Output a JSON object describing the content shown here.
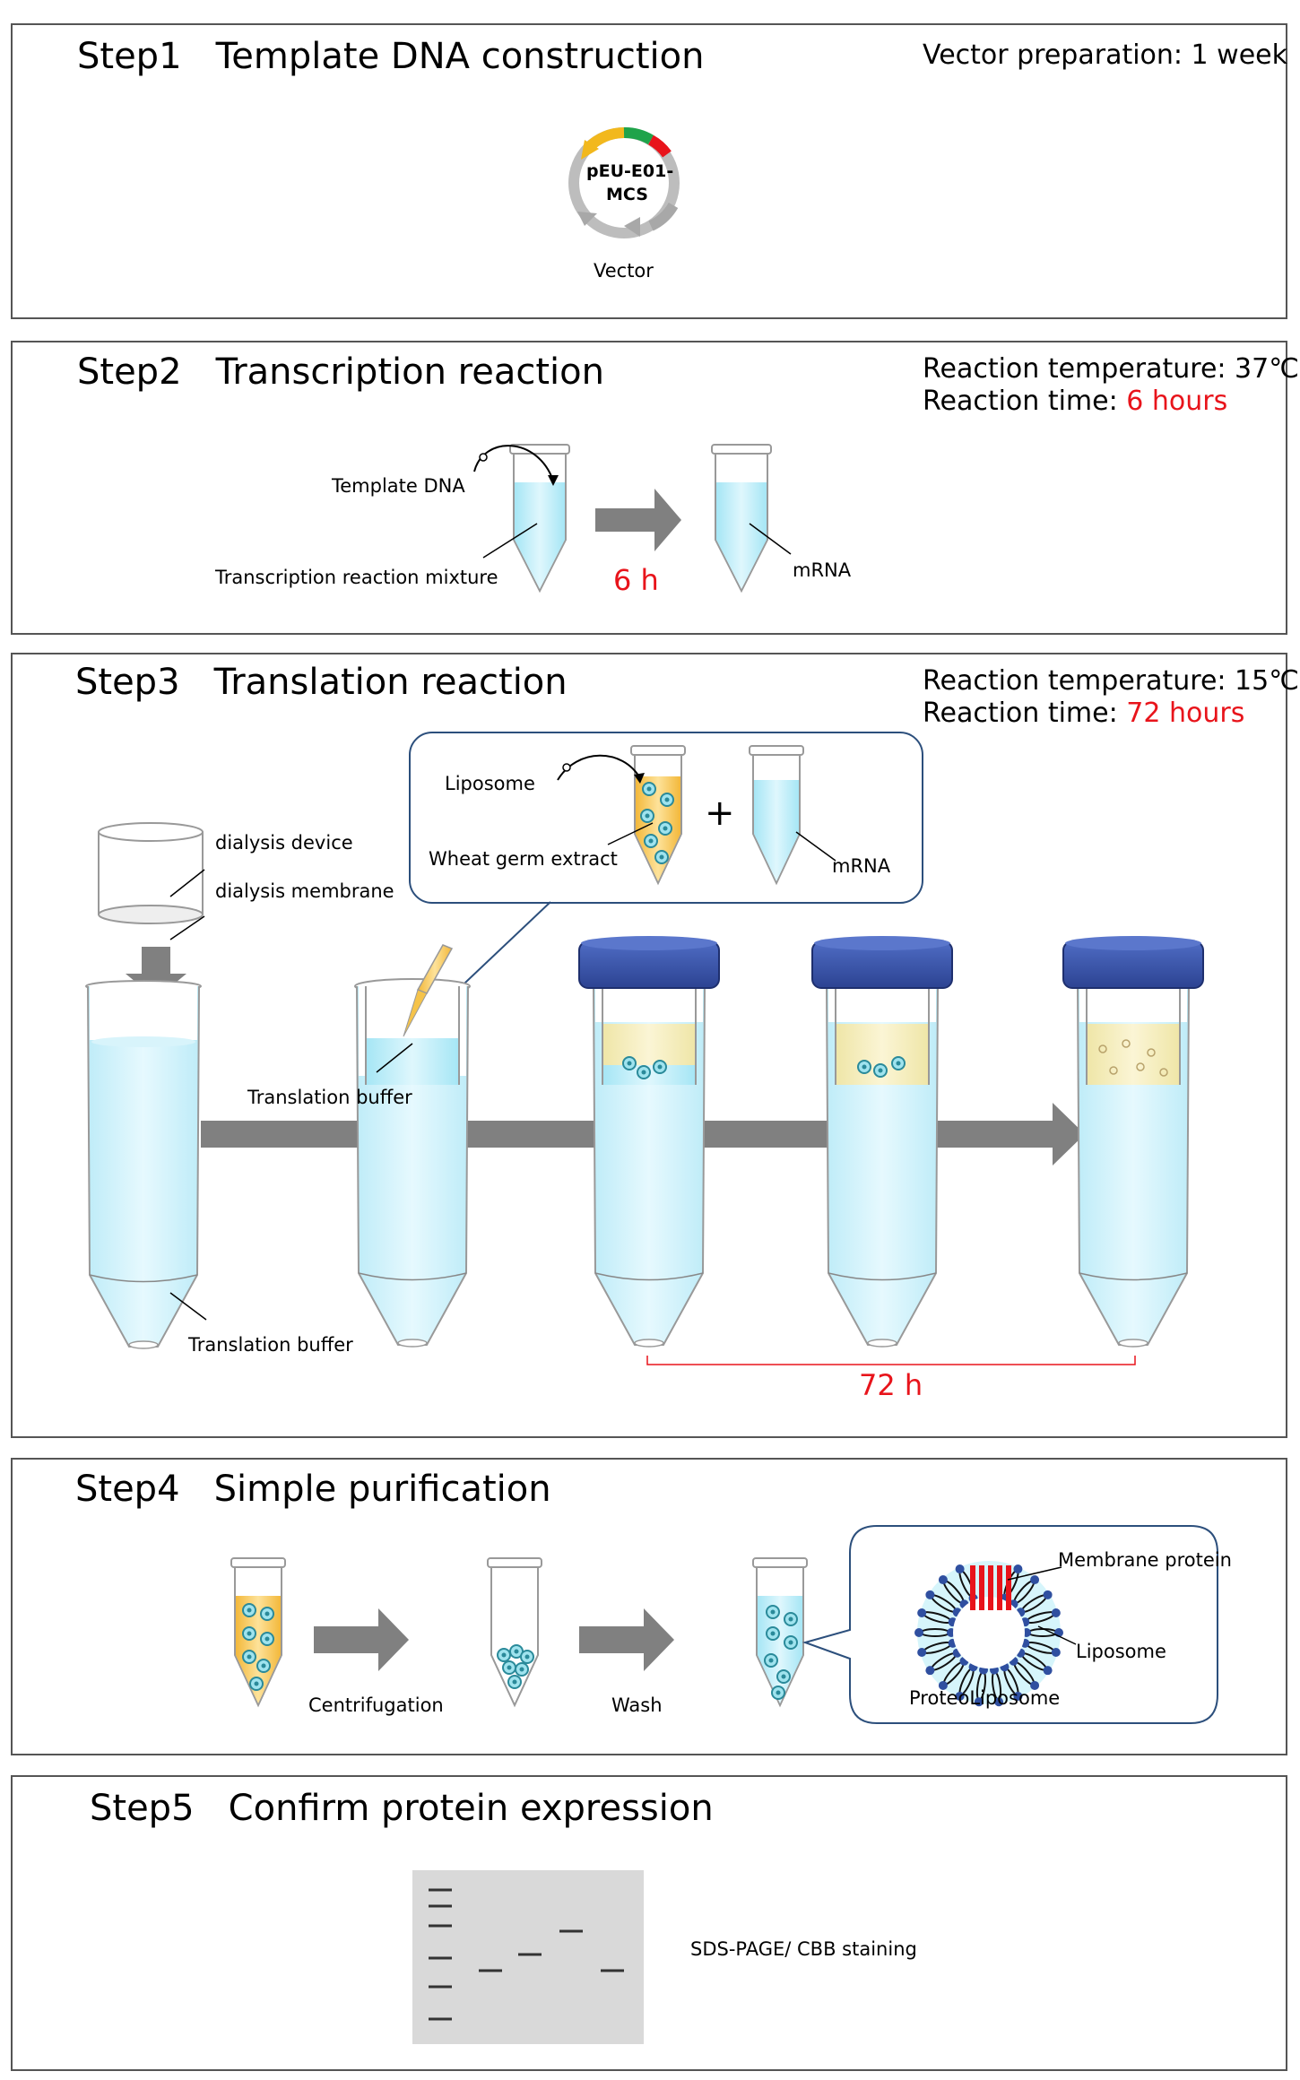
{
  "step1": {
    "title": "Step1   Template DNA construction",
    "condition": "Vector preparation: 1 week",
    "plasmid_name_line1": "pEU-E01-",
    "plasmid_name_line2": "MCS",
    "vector_label": "Vector"
  },
  "step2": {
    "title": "Step2   Transcription reaction",
    "temp_label": "Reaction temperature: 37℃",
    "time_label": "Reaction time: ",
    "time_value": "6 hours",
    "template_dna_label": "Template DNA",
    "mixture_label": "Transcription reaction mixture",
    "duration": "6 h",
    "mrna_label": "mRNA"
  },
  "step3": {
    "title": "Step3   Translation reaction",
    "temp_label": "Reaction temperature: 15℃",
    "time_label": "Reaction time: ",
    "time_value": "72 hours",
    "liposome_label": "Liposome",
    "wheat_germ_label": "Wheat germ extract",
    "plus": "+",
    "mrna_label": "mRNA",
    "dialysis_device_label": "dialysis device",
    "dialysis_membrane_label": "dialysis membrane",
    "translation_buffer_inner": "Translation buffer",
    "translation_buffer_outer": "Translation buffer",
    "duration": "72 h"
  },
  "step4": {
    "title": "Step4   Simple purification",
    "centrifugation_label": "Centrifugation",
    "wash_label": "Wash",
    "membrane_protein_label": "Membrane protein",
    "liposome_label": "Liposome",
    "proteoliposome_label": "ProteoLiposome"
  },
  "step5": {
    "title": "Step5   Confirm protein expression",
    "method_label": "SDS-PAGE/ CBB staining"
  },
  "colors": {
    "accent_red": "#e8141b",
    "arrow_gray": "#808080",
    "cap_blue": "#3a56a8",
    "liquid_cyan": "#bfeefa",
    "extract_yellow": "#f5c34a"
  },
  "icons": [
    "plasmid-icon",
    "tube-icon",
    "arrow-right-icon",
    "dialysis-device-icon",
    "liposome-icon",
    "gel-icon"
  ]
}
